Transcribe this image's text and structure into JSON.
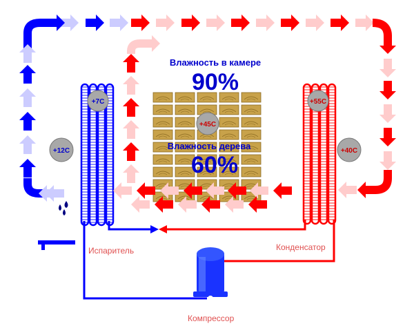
{
  "chamber_humidity": {
    "label": "Влажность в камере",
    "value": "90%"
  },
  "wood_humidity": {
    "label": "Влажность дерева",
    "value": "60%"
  },
  "temperatures": {
    "evaporator": "+7C",
    "return_air": "+12C",
    "wood_stack": "+45C",
    "condenser": "+55C",
    "supply_air": "+40C"
  },
  "components": {
    "evaporator": "Испаритель",
    "condenser": "Конденсатор",
    "compressor": "Компрессор"
  },
  "colors": {
    "hot": "#ff0000",
    "hot_light": "#ffcccc",
    "cold": "#0000ff",
    "cold_light": "#ccccff",
    "title_blue": "#0000cc",
    "label_red": "#e05050",
    "sensor_gray": "#a8a8a8"
  }
}
